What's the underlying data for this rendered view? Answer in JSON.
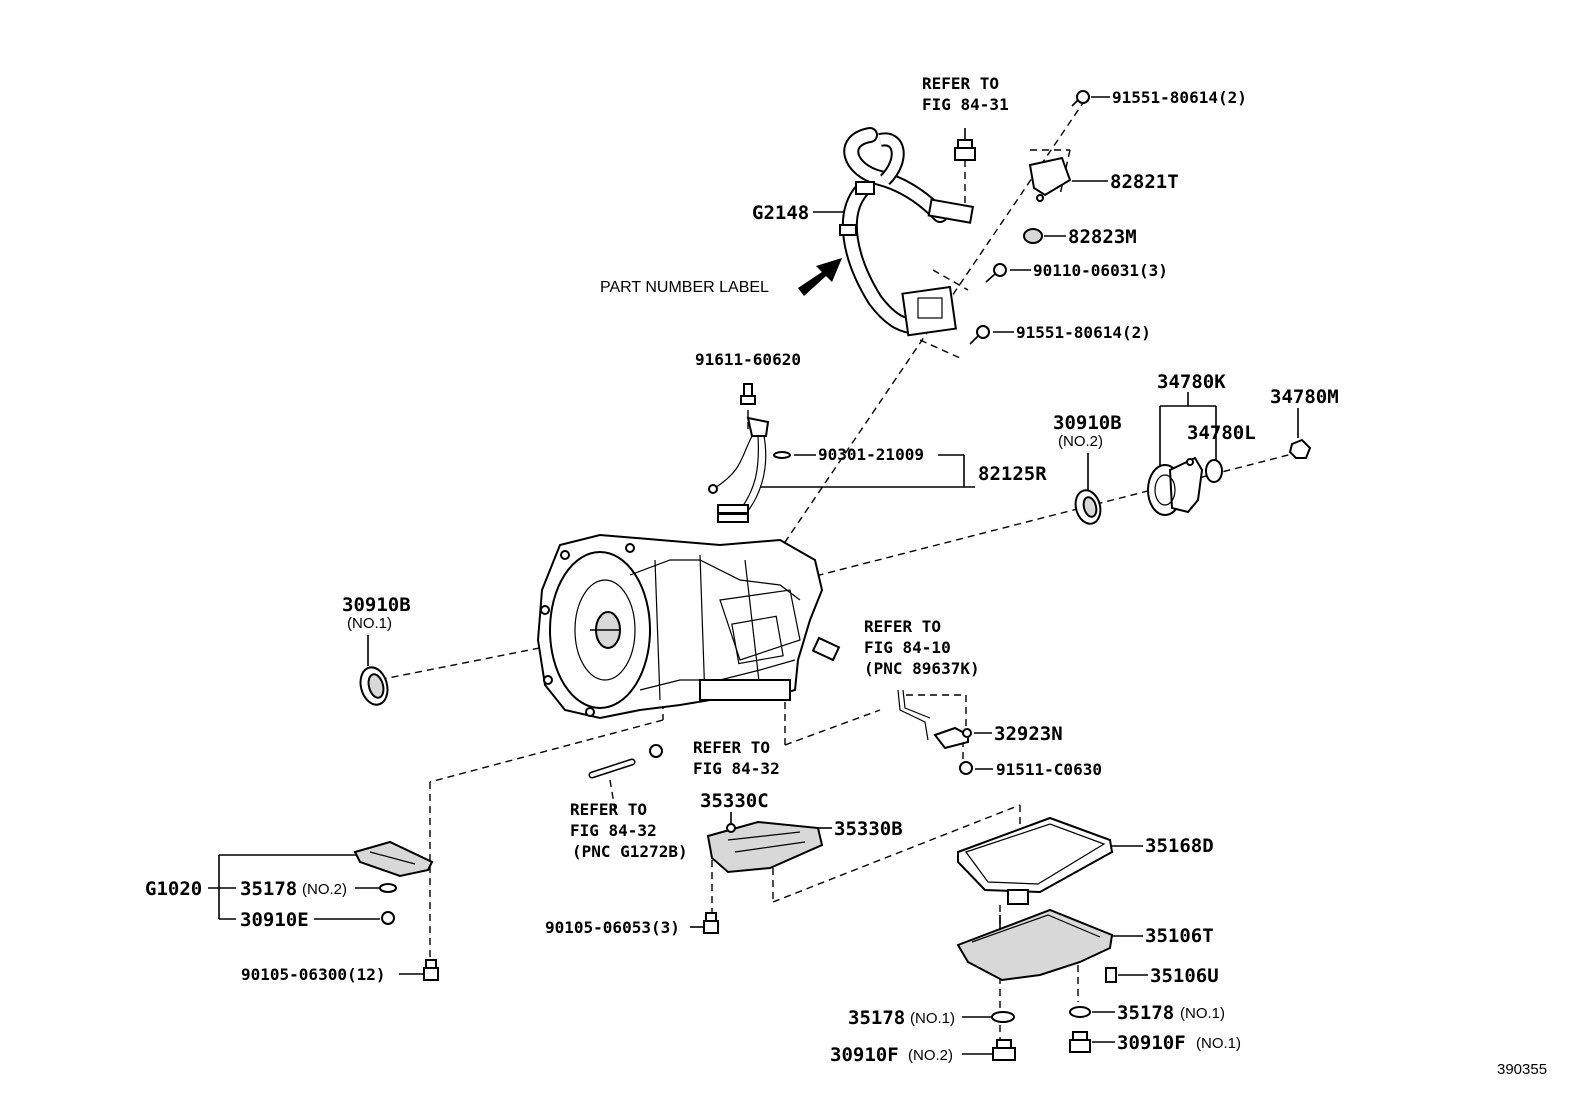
{
  "labels": {
    "refer_fig_84_31_line1": "REFER TO",
    "refer_fig_84_31_line2": "FIG 84-31",
    "p_91551_80614_top": "91551-80614(2)",
    "p_82821T": "82821T",
    "p_G2148": "G2148",
    "p_82823M": "82823M",
    "p_90110_06031": "90110-06031(3)",
    "part_number_label": "PART NUMBER LABEL",
    "p_91551_80614_mid": "91551-80614(2)",
    "p_91611_60620": "91611-60620",
    "p_34780K": "34780K",
    "p_34780M": "34780M",
    "p_30910B_right": "30910B",
    "p_30910B_right_sub": "(NO.2)",
    "p_34780L": "34780L",
    "p_90301_21009": "90301-21009",
    "p_82125R": "82125R",
    "p_30910B_left": "30910B",
    "p_30910B_left_sub": "(NO.1)",
    "refer_fig_84_10_line1": "REFER TO",
    "refer_fig_84_10_line2": "FIG 84-10",
    "refer_fig_84_10_line3": "(PNC 89637K)",
    "p_32923N": "32923N",
    "refer_fig_84_32a_line1": "REFER TO",
    "refer_fig_84_32a_line2": "FIG 84-32",
    "p_91511_C0630": "91511-C0630",
    "p_35330C": "35330C",
    "refer_fig_84_32b_line1": "REFER TO",
    "refer_fig_84_32b_line2": "FIG 84-32",
    "refer_fig_84_32b_line3": "(PNC G1272B)",
    "p_35330B": "35330B",
    "p_35168D": "35168D",
    "p_G1020": "G1020",
    "p_35178_no2": "35178",
    "p_35178_no2_sub": "(NO.2)",
    "p_30910E": "30910E",
    "p_90105_06053": "90105-06053(3)",
    "p_35106T": "35106T",
    "p_35106U": "35106U",
    "p_90105_06300": "90105-06300(12)",
    "p_35178_no1_left": "35178",
    "p_35178_no1_left_sub": "(NO.1)",
    "p_35178_no1_right": "35178",
    "p_35178_no1_right_sub": "(NO.1)",
    "p_30910F_no2": "30910F",
    "p_30910F_no2_sub": "(NO.2)",
    "p_30910F_no1": "30910F",
    "p_30910F_no1_sub": "(NO.1)",
    "figure_number": "390355"
  }
}
